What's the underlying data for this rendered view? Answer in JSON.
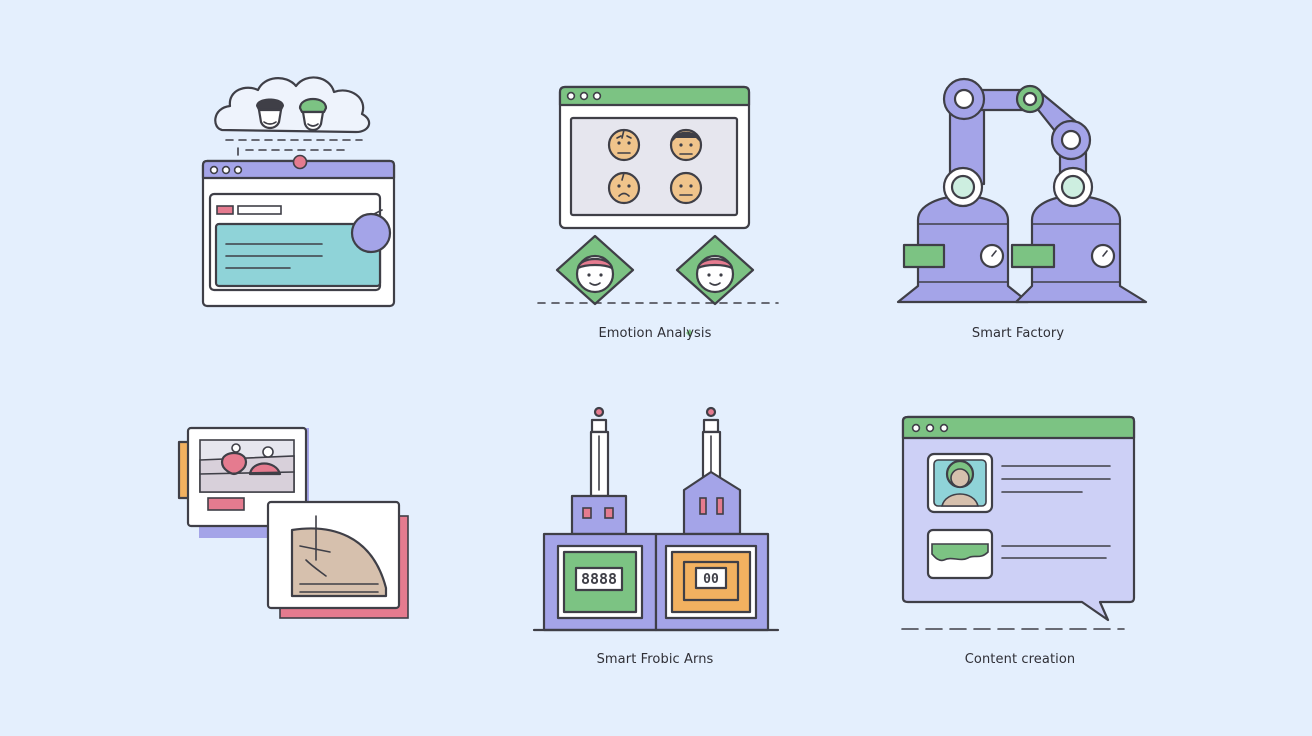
{
  "captions": {
    "emotion_analysis": "Emotion Analysis",
    "smart_factory": "Smart Factory",
    "smart_robotic_arms": "Smart Frobic Arns",
    "content_creation": "Content creation"
  },
  "panels": {
    "display_left": "8888",
    "display_right": "00"
  },
  "colors": {
    "background": "#e4effd",
    "outline": "#3f3f47",
    "purple": "#a4a4e8",
    "green": "#7cc383",
    "teal": "#8fd3d8",
    "pink": "#e57b8f",
    "orange": "#f2b160",
    "skin": "#f0c48b",
    "light_purple": "#cdd0f6"
  }
}
